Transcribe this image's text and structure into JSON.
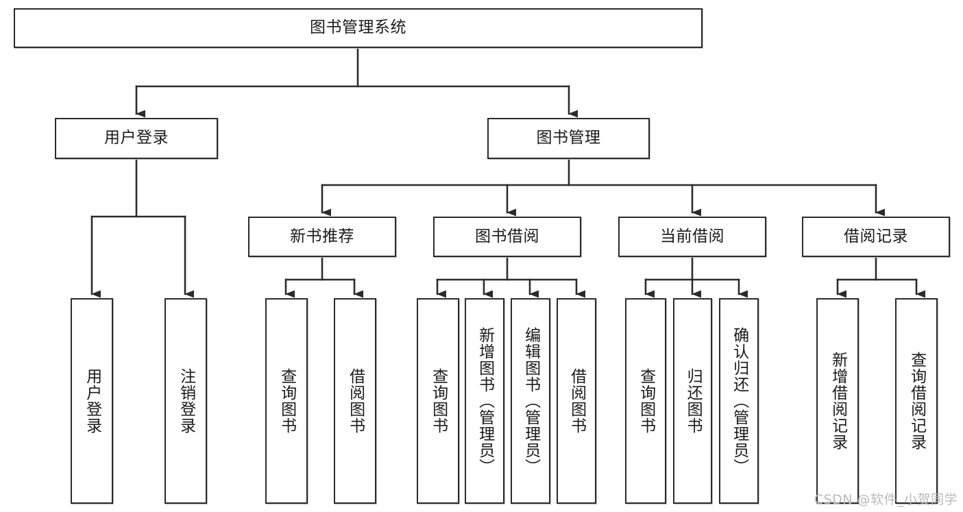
{
  "diagram": {
    "type": "tree-hierarchy",
    "title": "图书管理系统",
    "watermark": "CSDN @软件_小贺同学",
    "colors": {
      "stroke": "#2b2b2b",
      "fill": "#ffffff",
      "text": "#1a1a1a",
      "watermark": "#b9b9b9"
    },
    "levels": {
      "root": {
        "label": "图书管理系统"
      },
      "level2": [
        {
          "label": "用户登录"
        },
        {
          "label": "图书管理"
        }
      ],
      "level3": [
        {
          "label": "新书推荐"
        },
        {
          "label": "图书借阅"
        },
        {
          "label": "当前借阅"
        },
        {
          "label": "借阅记录"
        }
      ],
      "leaves": {
        "user_login": [
          {
            "label": "用户登录"
          },
          {
            "label": "注销登录"
          }
        ],
        "new_book": [
          {
            "label": "查询图书"
          },
          {
            "label": "借阅图书"
          }
        ],
        "book_borrow": [
          {
            "label": "查询图书"
          },
          {
            "label": "新增图书（管理员）"
          },
          {
            "label": "编辑图书（管理员）"
          },
          {
            "label": "借阅图书"
          }
        ],
        "current_borrow": [
          {
            "label": "查询图书"
          },
          {
            "label": "归还图书"
          },
          {
            "label": "确认归还（管理员）"
          }
        ],
        "borrow_record": [
          {
            "label": "新增借阅记录"
          },
          {
            "label": "查询借阅记录"
          }
        ]
      }
    }
  }
}
